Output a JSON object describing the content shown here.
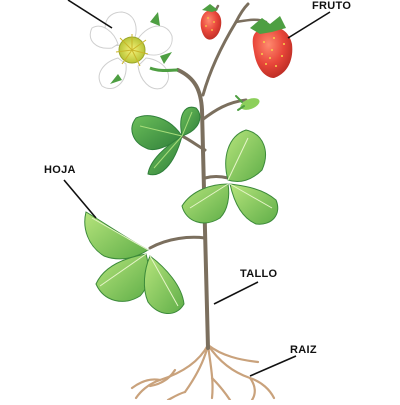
{
  "labels": {
    "fruit": "FRUTO",
    "leaf": "HOJA",
    "stem": "TALLO",
    "root": "RAIZ"
  },
  "colors": {
    "stem": "#7b6f5e",
    "leaf_dark": "#4e9f42",
    "leaf_light": "#9fd86a",
    "petal": "#ffffff",
    "flower_center": "#e6e24a",
    "fruit": "#e8463a",
    "fruit_seed": "#f6d34a",
    "root": "#c9a27c",
    "leader_line": "#111111"
  }
}
